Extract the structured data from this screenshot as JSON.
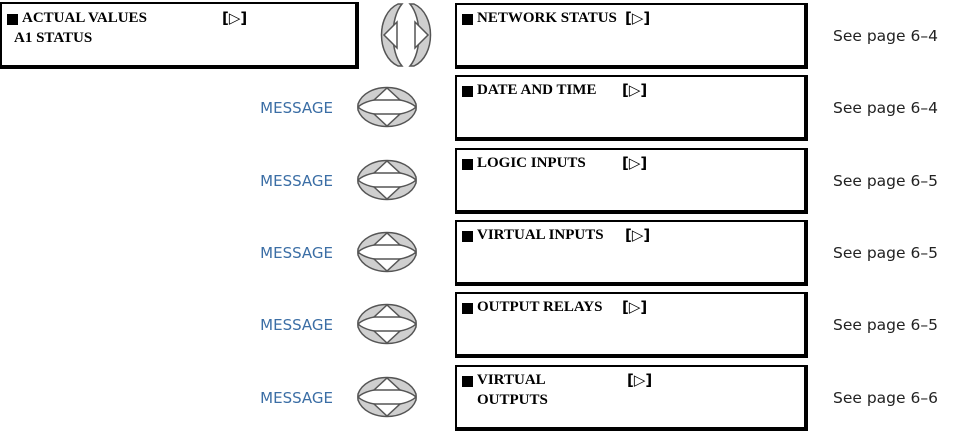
{
  "root": {
    "line1": "ACTUAL VALUES",
    "line2": "A1 STATUS",
    "expand_glyph": "[▷]"
  },
  "message_label": "MESSAGE",
  "items": [
    {
      "line1": "NETWORK STATUS",
      "line2": "",
      "expand_glyph": "[▷]",
      "page_ref": "See page 6–4"
    },
    {
      "line1": "DATE AND TIME",
      "line2": "",
      "expand_glyph": "[▷]",
      "page_ref": "See page 6–4"
    },
    {
      "line1": "LOGIC INPUTS",
      "line2": "",
      "expand_glyph": "[▷]",
      "page_ref": "See page 6–5"
    },
    {
      "line1": "VIRTUAL INPUTS",
      "line2": "",
      "expand_glyph": "[▷]",
      "page_ref": "See page 6–5"
    },
    {
      "line1": "OUTPUT RELAYS",
      "line2": "",
      "expand_glyph": "[▷]",
      "page_ref": "See page 6–5"
    },
    {
      "line1": "VIRTUAL",
      "line2": "OUTPUTS",
      "expand_glyph": "[▷]",
      "page_ref": "See page 6–6"
    }
  ],
  "icons": {
    "left_right_keys": "left-right-arrow-keys-icon",
    "up_down_keys": "up-down-arrow-keys-icon"
  },
  "colors": {
    "message_text": "#3b6ea5",
    "key_fill": "#cfcfcf",
    "key_stroke": "#555555"
  }
}
